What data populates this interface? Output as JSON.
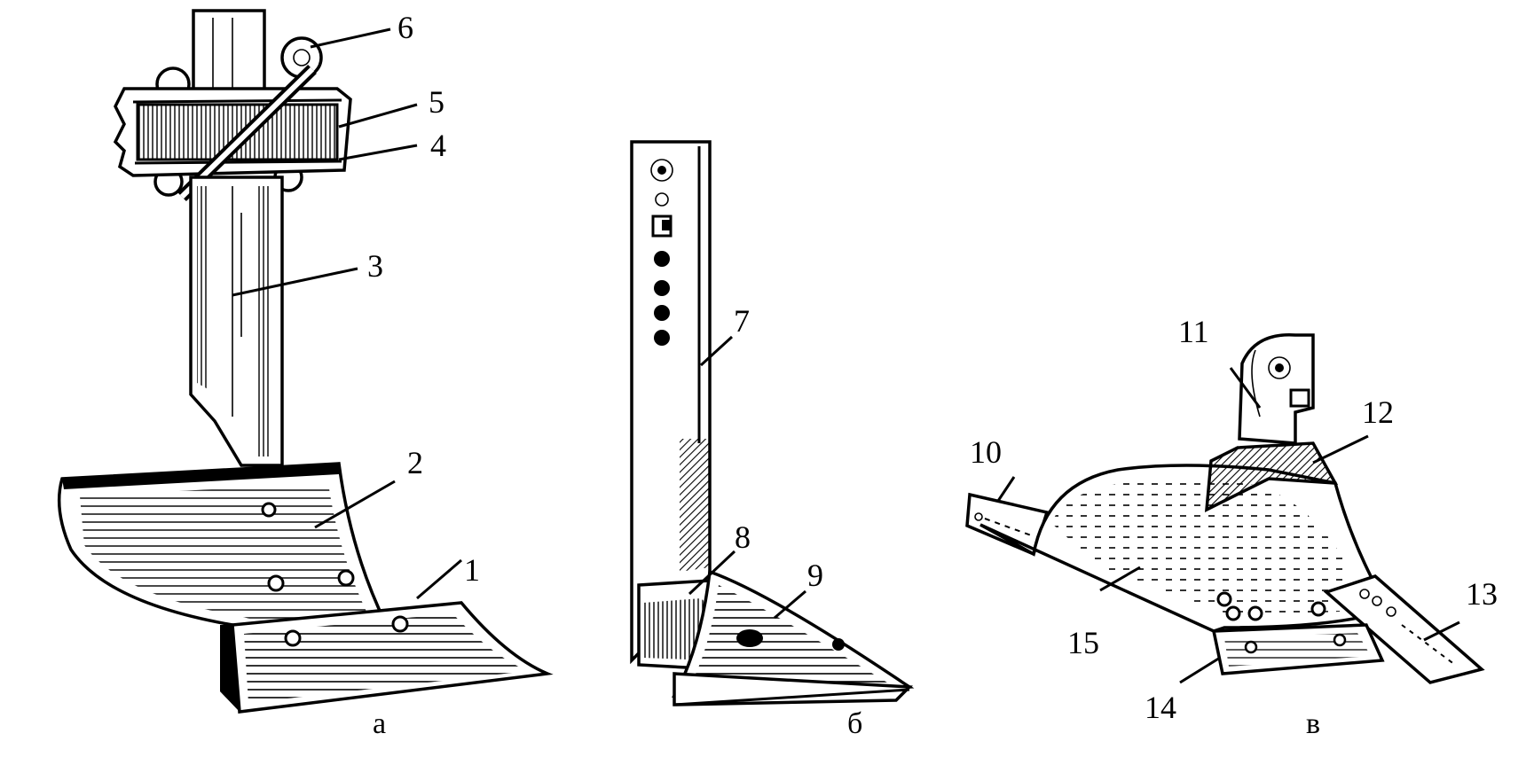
{
  "part_numbers": [
    "1",
    "2",
    "3",
    "4",
    "5",
    "6",
    "7",
    "8",
    "9",
    "10",
    "11",
    "12",
    "13",
    "14",
    "15"
  ],
  "captions": {
    "a": "а",
    "b": "б",
    "c": "в"
  }
}
